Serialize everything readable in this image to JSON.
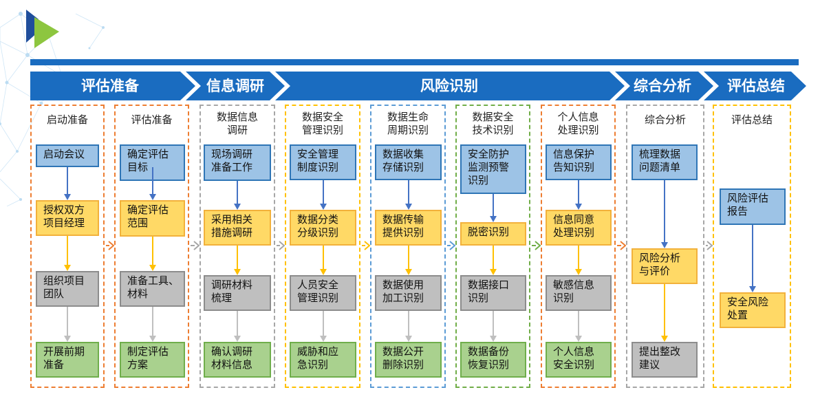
{
  "stages": [
    {
      "label": "评估准备"
    },
    {
      "label": "信息调研"
    },
    {
      "label": "风险识别"
    },
    {
      "label": "综合分析"
    },
    {
      "label": "评估总结"
    }
  ],
  "columns": [
    {
      "title": "启动准备",
      "border_color": "#ed7d31",
      "boxes": [
        {
          "text": "启动会议",
          "color": "blue"
        },
        {
          "text": "授权双方\n项目经理",
          "color": "yellow"
        },
        {
          "text": "组织项目\n团队",
          "color": "gray"
        },
        {
          "text": "开展前期\n准备",
          "color": "green"
        }
      ]
    },
    {
      "title": "评估准备",
      "border_color": "#ed7d31",
      "boxes": [
        {
          "text": "确定评估\n目标",
          "color": "blue"
        },
        {
          "text": "确定评估\n范围",
          "color": "yellow"
        },
        {
          "text": "准备工具、\n材料",
          "color": "gray"
        },
        {
          "text": "制定评估\n方案",
          "color": "green"
        }
      ]
    },
    {
      "title": "数据信息\n调研",
      "border_color": "#a6a6a6",
      "boxes": [
        {
          "text": "现场调研\n准备工作",
          "color": "blue"
        },
        {
          "text": "采用相关\n措施调研",
          "color": "yellow"
        },
        {
          "text": "调研材料\n梳理",
          "color": "gray"
        },
        {
          "text": "确认调研\n材料信息",
          "color": "green"
        }
      ]
    },
    {
      "title": "数据安全\n管理识别",
      "border_color": "#ffc000",
      "boxes": [
        {
          "text": "安全管理\n制度识别",
          "color": "blue"
        },
        {
          "text": "数据分类\n分级识别",
          "color": "yellow"
        },
        {
          "text": "人员安全\n管理识别",
          "color": "gray"
        },
        {
          "text": "威胁和应\n急识别",
          "color": "green"
        }
      ]
    },
    {
      "title": "数据生命\n周期识别",
      "border_color": "#5b9bd5",
      "boxes": [
        {
          "text": "数据收集\n存储识别",
          "color": "blue"
        },
        {
          "text": "数据传输\n提供识别",
          "color": "yellow"
        },
        {
          "text": "数据使用\n加工识别",
          "color": "gray"
        },
        {
          "text": "数据公开\n删除识别",
          "color": "green"
        }
      ]
    },
    {
      "title": "数据安全\n技术识别",
      "border_color": "#70ad47",
      "boxes": [
        {
          "text": "安全防护\n监测预警\n识别",
          "color": "blue"
        },
        {
          "text": "脱密识别",
          "color": "yellow"
        },
        {
          "text": "数据接口\n识别",
          "color": "gray"
        },
        {
          "text": "数据备份\n恢复识别",
          "color": "green"
        }
      ]
    },
    {
      "title": "个人信息\n处理识别",
      "border_color": "#ed7d31",
      "boxes": [
        {
          "text": "信息保护\n告知识别",
          "color": "blue"
        },
        {
          "text": "信息同意\n处理识别",
          "color": "yellow"
        },
        {
          "text": "敏感信息\n识别",
          "color": "gray"
        },
        {
          "text": "个人信息\n安全识别",
          "color": "green"
        }
      ]
    },
    {
      "title": "综合分析",
      "border_color": "#a6a6a6",
      "boxes": [
        {
          "text": "梳理数据\n问题清单",
          "color": "blue"
        },
        {
          "text": "风险分析\n与评价",
          "color": "yellow"
        },
        {
          "text": "提出整改\n建议",
          "color": "gray"
        }
      ]
    },
    {
      "title": "评估总结",
      "border_color": "#ffc000",
      "boxes": [
        {
          "text": "风险评估\n报告",
          "color": "blue"
        },
        {
          "text": "安全风险\n处置",
          "color": "yellow"
        }
      ]
    }
  ],
  "arrow_colors": {
    "down_blue": "#4472c4",
    "down_yellow": "#ffc000",
    "down_gray": "#bfbfbf",
    "side": [
      "#ed7d31",
      "#a6a6a6",
      "#a6a6a6",
      "#ffc000",
      "#5b9bd5",
      "#70ad47",
      "#ed7d31",
      "#a6a6a6"
    ]
  },
  "theme": {
    "stage_fill": "#1a6cc0",
    "logo_dark": "#1f4e9c",
    "logo_green": "#8dc63f"
  }
}
